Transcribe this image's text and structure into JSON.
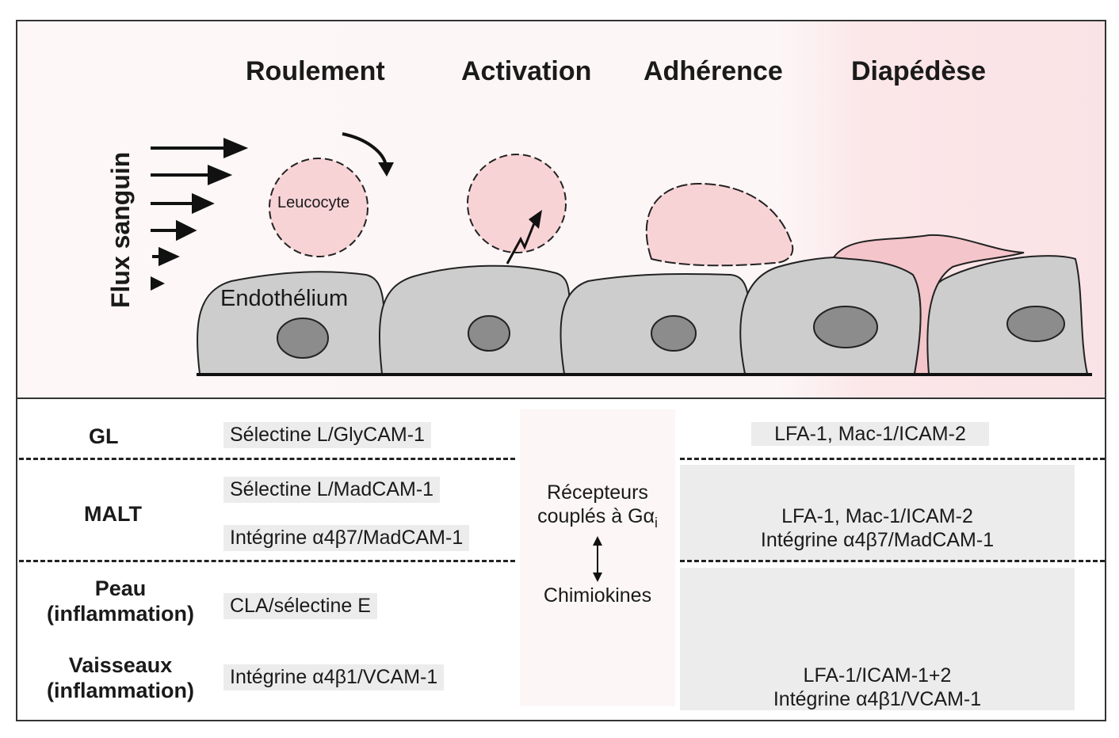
{
  "stages": [
    "Roulement",
    "Activation",
    "Adhérence",
    "Diapédèse"
  ],
  "diagram": {
    "flow_label": "Flux sanguin",
    "leucocyte_label": "Leucocyte",
    "endothelium_label": "Endothélium",
    "colors": {
      "leucocyte": "#f8d3d6",
      "endothelium": "#cdcdcd",
      "nucleus": "#8c8c8c",
      "outline": "#222222"
    }
  },
  "table": {
    "sites": [
      {
        "name": "GL"
      },
      {
        "name": "MALT"
      },
      {
        "name": "Peau",
        "sub": "(inflammation)"
      },
      {
        "name": "Vaisseaux",
        "sub": "(inflammation)"
      }
    ],
    "rolling_pairs": [
      "Sélectine L/GlyCAM-1",
      "Sélectine L/MadCAM-1",
      "Intégrine α4β7/MadCAM-1",
      "CLA/sélectine E",
      "Intégrine α4β1/VCAM-1"
    ],
    "activation": {
      "line1": "Récepteurs",
      "line2": "couplés à Gα",
      "subscript": "i",
      "line3": "Chimiokines"
    },
    "adhesion": [
      {
        "lines": [
          "LFA-1, Mac-1/ICAM-2"
        ]
      },
      {
        "lines": [
          "LFA-1, Mac-1/ICAM-2",
          "Intégrine α4β7/MadCAM-1"
        ]
      },
      {
        "lines": [
          "LFA-1/ICAM-1+2",
          "Intégrine α4β1/VCAM-1"
        ]
      }
    ]
  }
}
